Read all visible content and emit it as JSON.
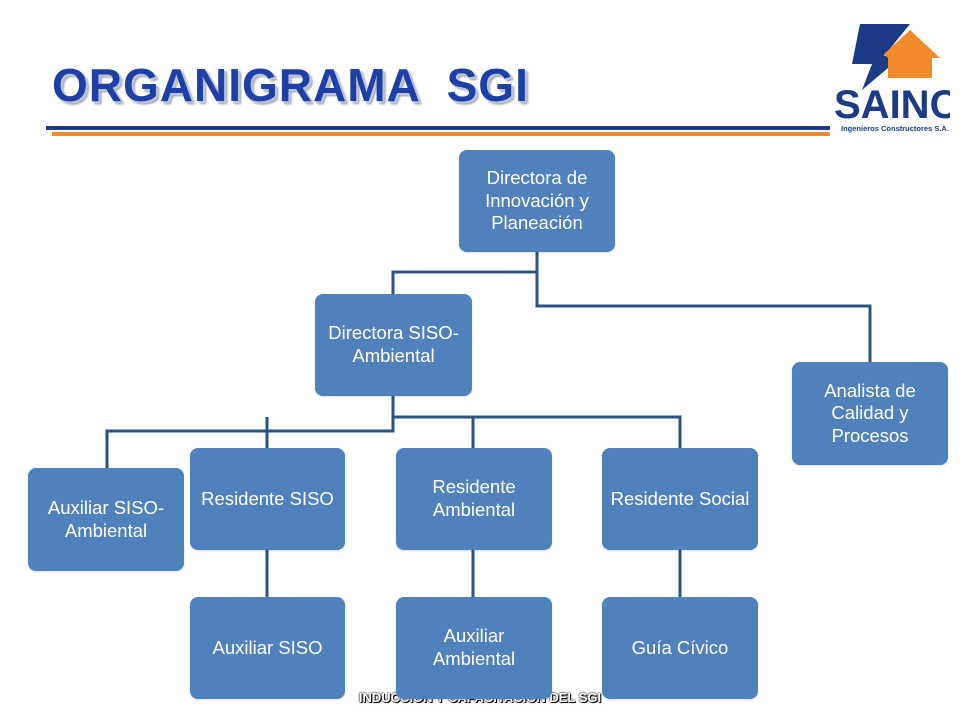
{
  "title": "ORGANIGRAMA  SGI",
  "logo": {
    "wordmark": "SAINC",
    "tagline": "Ingenieros Constructores S.A."
  },
  "colors": {
    "box": "#4f81bd",
    "title": "#1f3fa6",
    "rule_blue": "#1d3a86",
    "rule_orange": "#f08a2a",
    "connector": "#2d5180"
  },
  "org_chart": {
    "director": "Directora de Innovación y Planeación",
    "siso_director": "Directora SISO-Ambiental",
    "quality_analyst": "Analista de Calidad y Procesos",
    "aux_siso_ambiental": "Auxiliar SISO-Ambiental",
    "resident_siso": "Residente SISO",
    "resident_ambiental": "Residente Ambiental",
    "resident_social": "Residente Social",
    "aux_siso": "Auxiliar SISO",
    "aux_ambiental": "Auxiliar Ambiental",
    "guia_civico": "Guía Cívico"
  },
  "footer": "INDUCCIÓN Y CAPACITACIÓN DEL SGI"
}
